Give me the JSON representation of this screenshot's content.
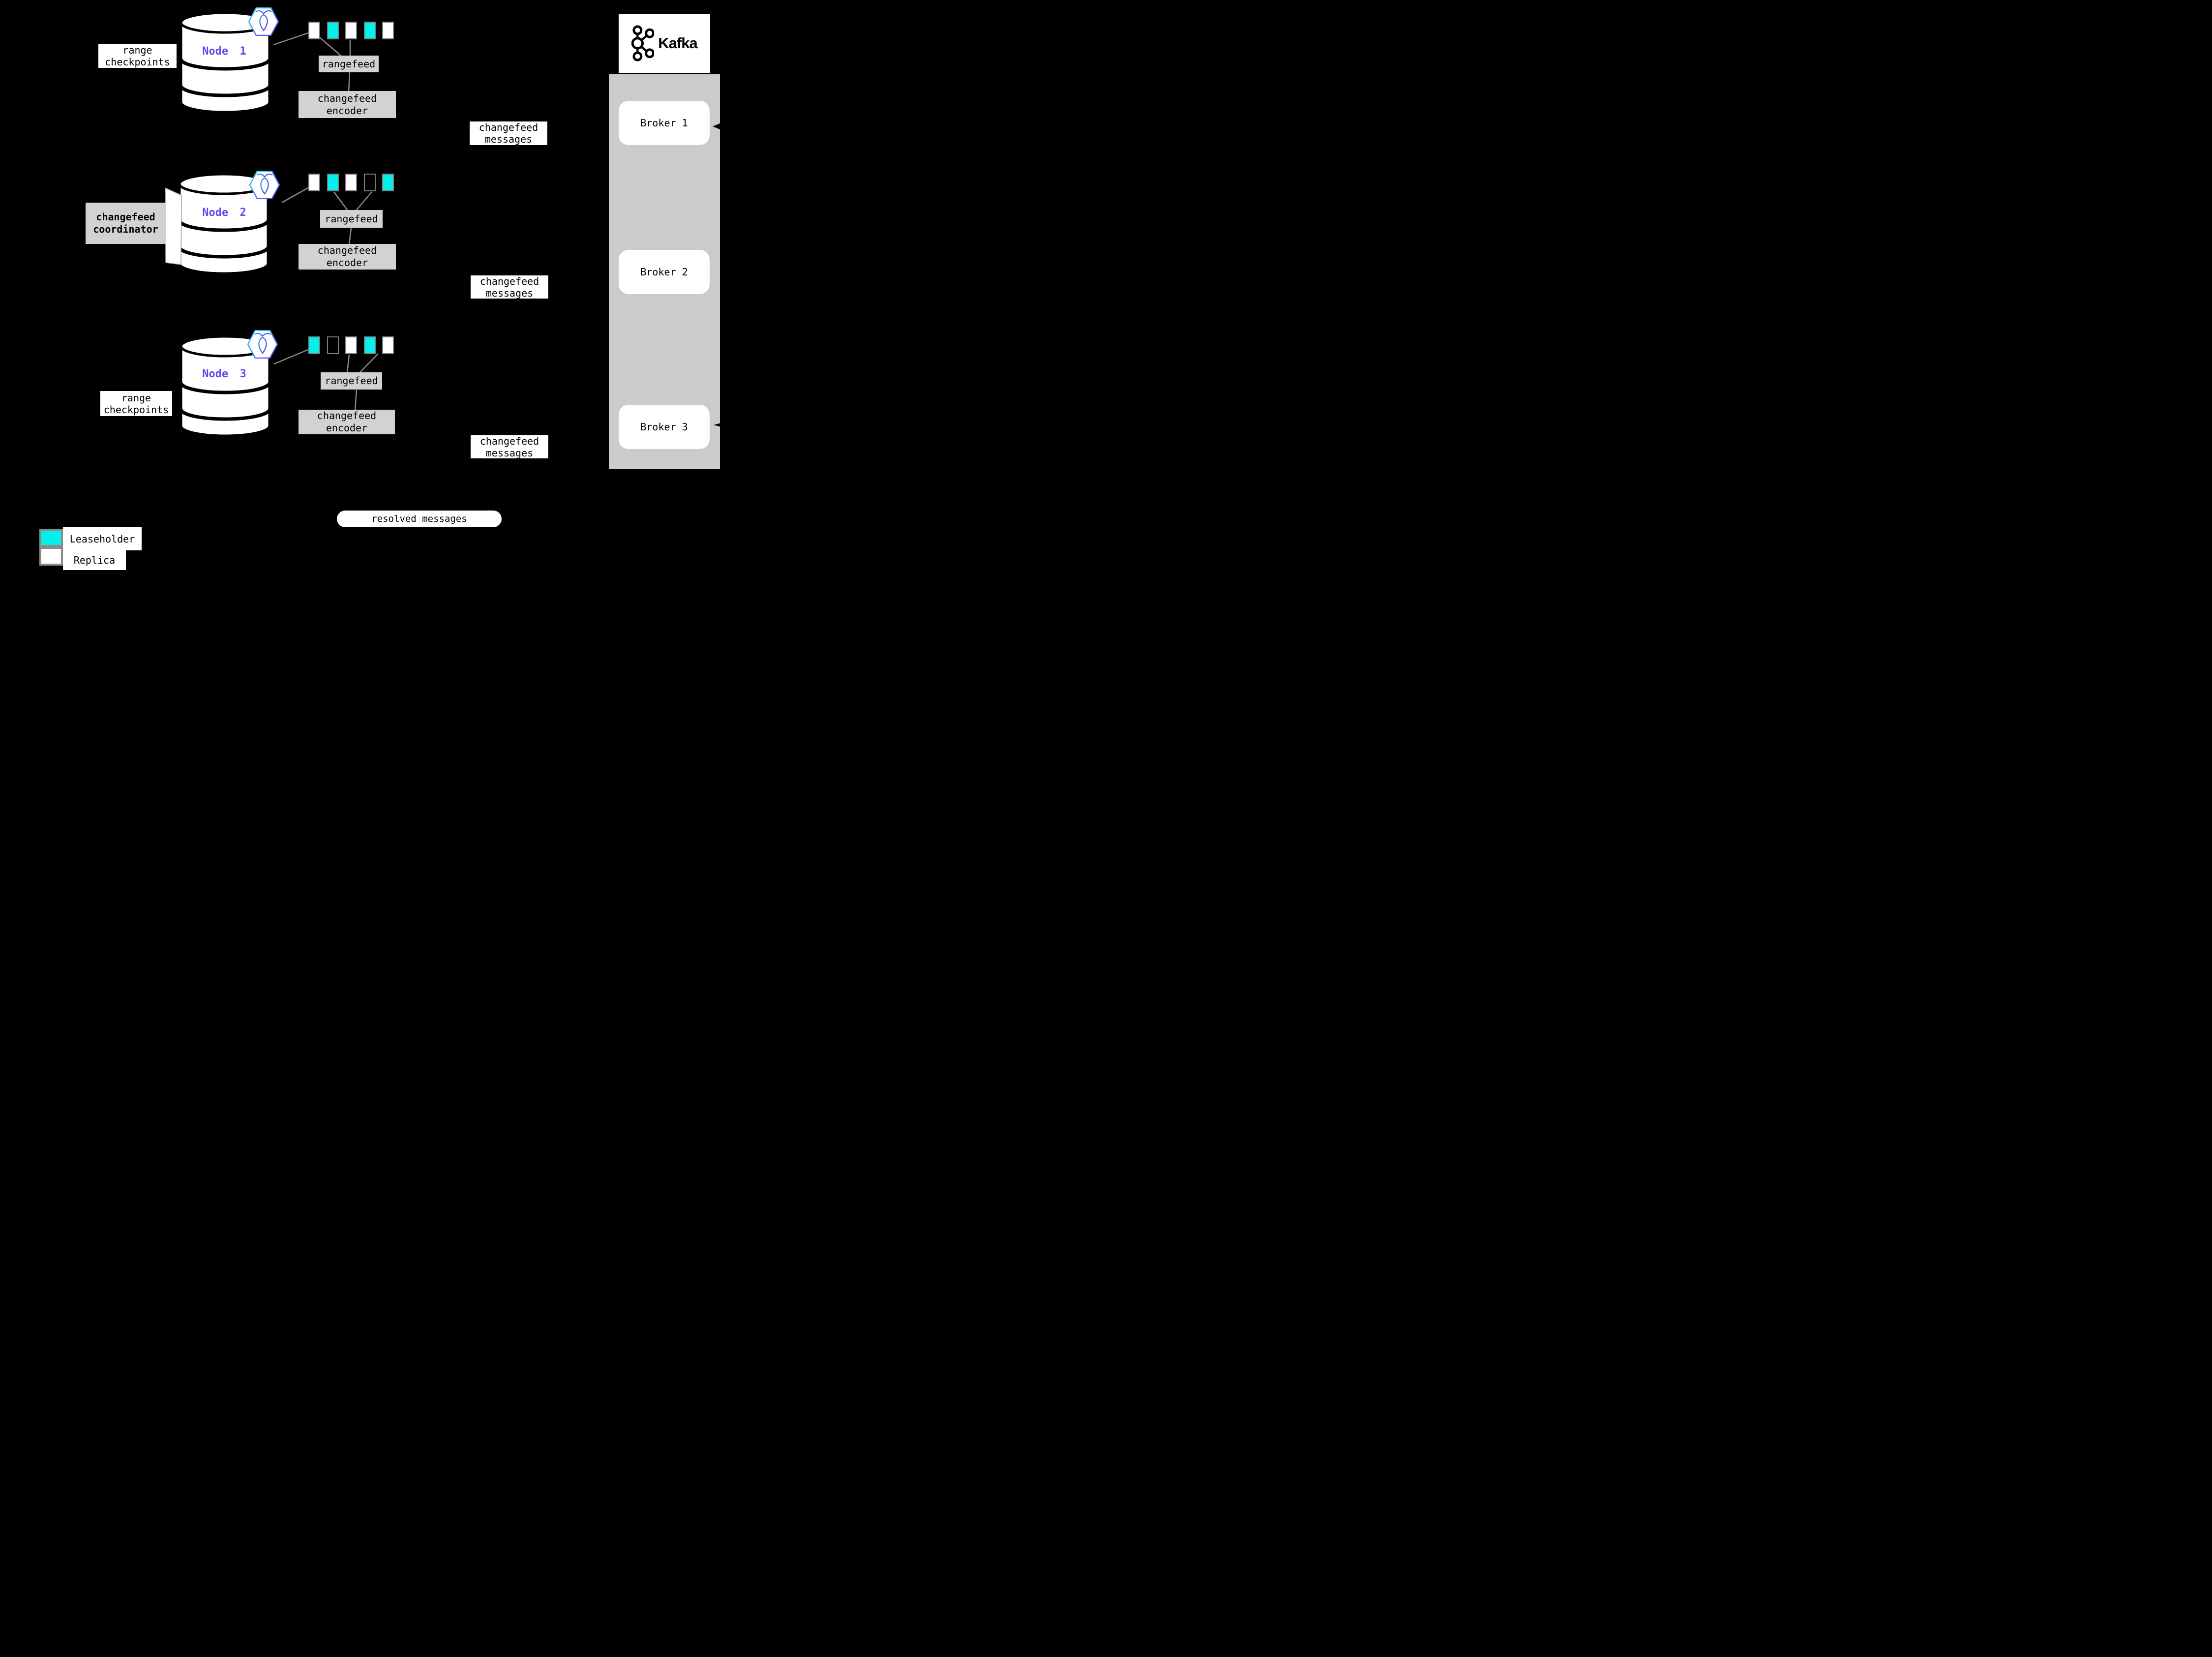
{
  "colors": {
    "background": "#000000",
    "leaseholder": "#00f2ea",
    "replica": "#ffffff",
    "empty": "transparent",
    "panel": "#cbcbcb",
    "graybox": "#d2d2d2",
    "connector_line": "#8a8a8a",
    "node_label": "#6747ee"
  },
  "labels": {
    "range_checkpoints": "range checkpoints",
    "rangefeed": "rangefeed",
    "changefeed_encoder": "changefeed encoder",
    "changefeed_messages": "changefeed messages",
    "changefeed_coordinator": "changefeed coordinator",
    "resolved_messages": "resolved messages"
  },
  "nodes": [
    {
      "label": "Node 1",
      "ranges": [
        {
          "type": "replica",
          "color": "#ffffff"
        },
        {
          "type": "leaseholder",
          "color": "#00f2ea"
        },
        {
          "type": "replica",
          "color": "#ffffff"
        },
        {
          "type": "leaseholder",
          "color": "#00f2ea"
        },
        {
          "type": "replica",
          "color": "#ffffff"
        }
      ]
    },
    {
      "label": "Node 2",
      "ranges": [
        {
          "type": "replica",
          "color": "#ffffff"
        },
        {
          "type": "leaseholder",
          "color": "#00f2ea"
        },
        {
          "type": "replica",
          "color": "#ffffff"
        },
        {
          "type": "empty",
          "color": "transparent"
        },
        {
          "type": "leaseholder",
          "color": "#00f2ea"
        }
      ]
    },
    {
      "label": "Node 3",
      "ranges": [
        {
          "type": "leaseholder",
          "color": "#00f2ea"
        },
        {
          "type": "empty",
          "color": "transparent"
        },
        {
          "type": "replica",
          "color": "#ffffff"
        },
        {
          "type": "leaseholder",
          "color": "#00f2ea"
        },
        {
          "type": "replica",
          "color": "#ffffff"
        }
      ]
    }
  ],
  "kafka": {
    "title": "Kafka",
    "brokers": [
      {
        "label": "Broker 1"
      },
      {
        "label": "Broker 2"
      },
      {
        "label": "Broker 3"
      }
    ]
  },
  "legend": [
    {
      "label": "Leaseholder",
      "color": "#00f2ea"
    },
    {
      "label": "Replica",
      "color": "#ffffff"
    }
  ]
}
